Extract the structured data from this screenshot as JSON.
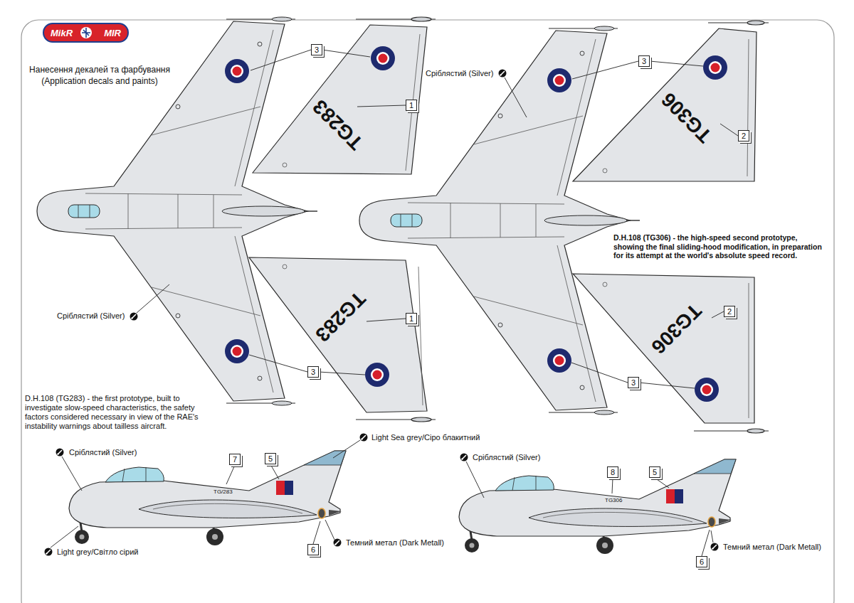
{
  "diagram": {
    "title": "Нанесення декалей та фарбування (Application decals and paints)",
    "nodes": [
      {
        "text": [
          "MikR",
          "MIR"
        ]
      },
      {
        "text": [
          "3"
        ]
      },
      {
        "text": [
          "3"
        ]
      },
      {
        "text": [
          "1"
        ]
      },
      {
        "text": [
          "2"
        ]
      },
      {
        "text": [
          "1"
        ]
      },
      {
        "text": [
          "2"
        ]
      },
      {
        "text": [
          "3"
        ]
      },
      {
        "text": [
          "3"
        ]
      },
      {
        "text": [
          "7"
        ]
      },
      {
        "text": [
          "5"
        ]
      },
      {
        "text": [
          "8"
        ]
      },
      {
        "text": [
          "5"
        ]
      },
      {
        "text": [
          "6"
        ]
      },
      {
        "text": [
          "6"
        ]
      }
    ],
    "labels": [
      "Сріблястий (Silver)",
      "TG283",
      "TG306",
      "D.H.108 (TG306) - the high-speed second prototype, showing the final sliding-hood modification, in preparation for its attempt at the world's absolute speed record.",
      "TG283",
      "TG306",
      "Сріблястий (Silver)",
      "D.H.108 (TG283) - the first prototype, built to investigate slow-speed characteristics, the safety factors considered necessary in view of the RAE's instability warnings about tailless aircraft.",
      "Light Sea grey/Сіро блакитний",
      "Сріблястий (Silver)",
      "TG/283",
      "Сріблястий (Silver)",
      "TG306",
      "Темний метал (Dark Metall)",
      "Light grey/Світло сірий",
      "Темний метал (Dark Metall)"
    ]
  }
}
